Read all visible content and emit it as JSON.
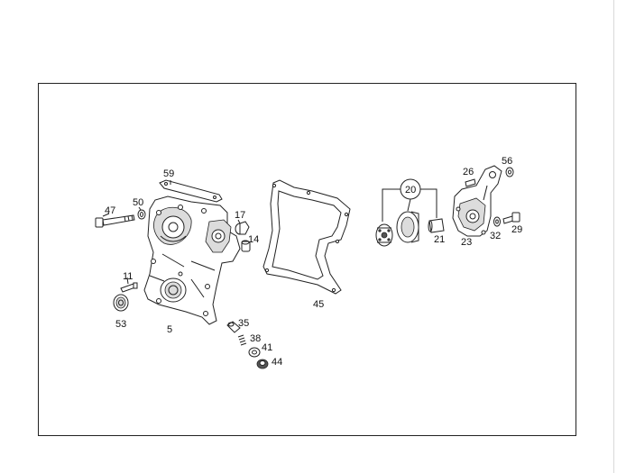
{
  "diagram": {
    "labels": {
      "p5": "5",
      "p11": "11",
      "p14": "14",
      "p17": "17",
      "p20": "20",
      "p21": "21",
      "p23": "23",
      "p26": "26",
      "p29": "29",
      "p32": "32",
      "p35": "35",
      "p38": "38",
      "p41": "41",
      "p44": "44",
      "p45": "45",
      "p47": "47",
      "p50": "50",
      "p53": "53",
      "p56": "56",
      "p59": "59"
    }
  }
}
